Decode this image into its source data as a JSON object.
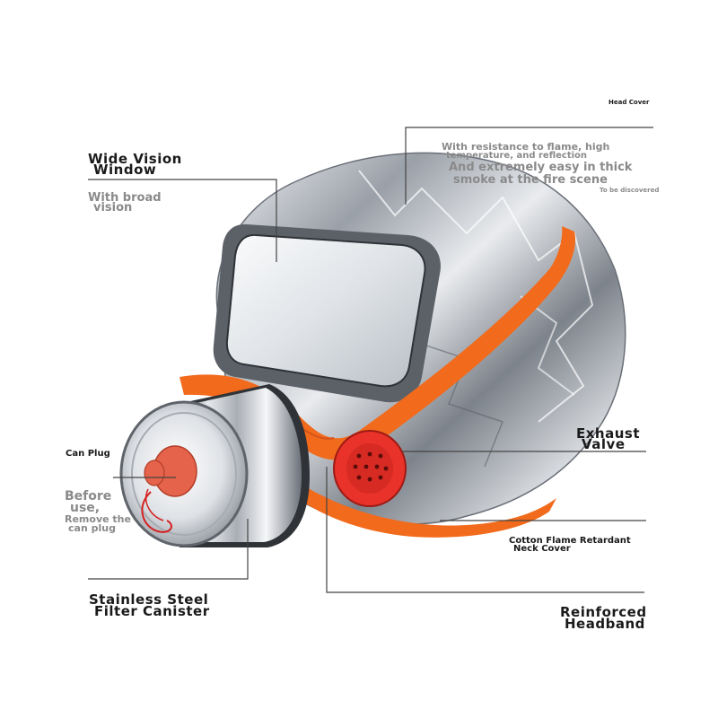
{
  "labels": {
    "head_cover": "Head Cover",
    "resistance_line1": "With resistance to flame, high",
    "resistance_line2": "temperature, and reflection",
    "thick_smoke_line1": "And extremely easy in thick",
    "thick_smoke_line2": "smoke at the fire scene",
    "to_be_discovered": "To be discovered",
    "wide_vision_line1": "Wide Vision",
    "wide_vision_line2": "Window",
    "broad_vision_line1": "With broad",
    "broad_vision_line2": "vision",
    "can_plug": "Can Plug",
    "before_use_line1": "Before",
    "before_use_line2": "use,",
    "remove_plug_line1": "Remove the",
    "remove_plug_line2": "can plug",
    "exhaust_line1": "Exhaust",
    "exhaust_line2": "Valve",
    "neck_cover_line1": "Cotton Flame Retardant",
    "neck_cover_line2": "Neck Cover",
    "canister_line1": "Stainless Steel",
    "canister_line2": "Filter Canister",
    "headband_line1": "Reinforced",
    "headband_line2": "Headband"
  },
  "colors": {
    "orange_band": "#f26a1b",
    "orange_dark": "#d4541a",
    "silver": "#c9cdd2",
    "valve_red": "#e8322a",
    "plug": "#e5634a",
    "cord": "#d42020",
    "grey_text": "#8a8a8a"
  }
}
